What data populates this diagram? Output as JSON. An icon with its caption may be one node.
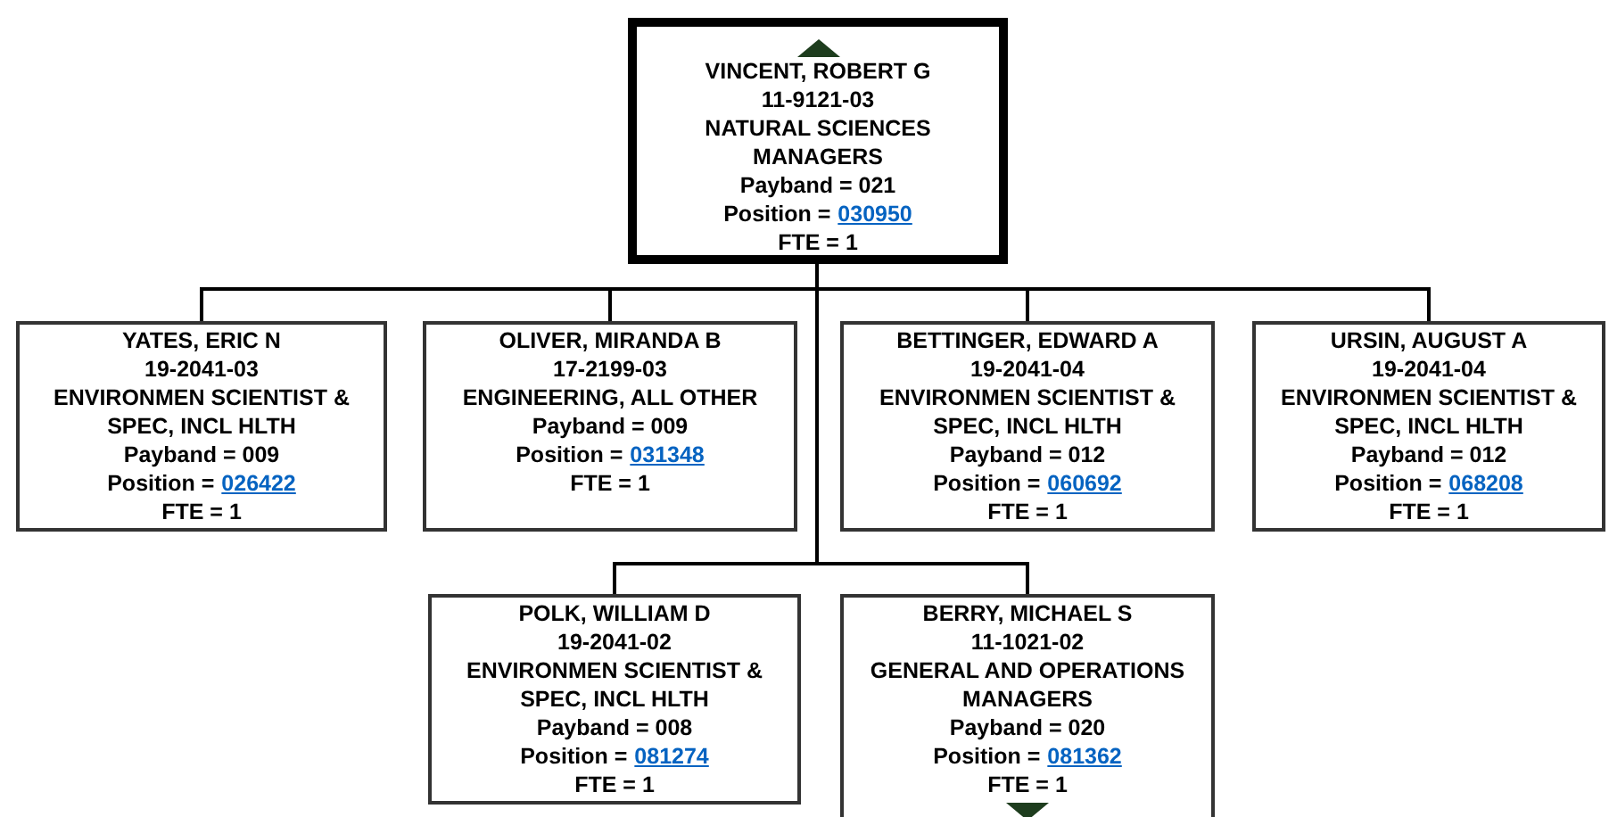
{
  "diagram": {
    "nodes": [
      {
        "text": [
          "VINCENT, ROBERT G",
          "11-9121-03",
          "NATURAL SCIENCES MANAGERS",
          "Payband = 021",
          "Position =",
          "030950",
          "FTE = 1"
        ]
      },
      {
        "text": [
          "YATES, ERIC N",
          "19-2041-03",
          "ENVIRONMEN SCIENTIST & SPEC, INCL HLTH",
          "Payband = 009",
          "Position =",
          "026422",
          "FTE = 1"
        ]
      },
      {
        "text": [
          "OLIVER, MIRANDA B",
          "17-2199-03",
          "ENGINEERING, ALL OTHER",
          "Payband = 009",
          "Position =",
          "031348",
          "FTE = 1"
        ]
      },
      {
        "text": [
          "BETTINGER, EDWARD A",
          "19-2041-04",
          "ENVIRONMEN SCIENTIST & SPEC, INCL HLTH",
          "Payband = 012",
          "Position =",
          "060692",
          "FTE = 1"
        ]
      },
      {
        "text": [
          "URSIN, AUGUST A",
          "19-2041-04",
          "ENVIRONMEN SCIENTIST & SPEC, INCL HLTH",
          "Payband = 012",
          "Position =",
          "068208",
          "FTE = 1"
        ]
      },
      {
        "text": [
          "POLK, WILLIAM D",
          "19-2041-02",
          "ENVIRONMEN SCIENTIST & SPEC, INCL HLTH",
          "Payband = 008",
          "Position =",
          "081274",
          "FTE = 1"
        ]
      },
      {
        "text": [
          "BERRY, MICHAEL S",
          "11-1021-02",
          "GENERAL AND OPERATIONS MANAGERS",
          "Payband = 020",
          "Position =",
          "081362",
          "FTE = 1"
        ]
      }
    ],
    "edges": [
      {
        "from": 0,
        "to": 1,
        "arrow": "none"
      },
      {
        "from": 0,
        "to": 2,
        "arrow": "none"
      },
      {
        "from": 0,
        "to": 3,
        "arrow": "none"
      },
      {
        "from": 0,
        "to": 4,
        "arrow": "none"
      },
      {
        "from": 0,
        "to": 5,
        "arrow": "none"
      },
      {
        "from": 0,
        "to": 6,
        "arrow": "none"
      }
    ]
  }
}
